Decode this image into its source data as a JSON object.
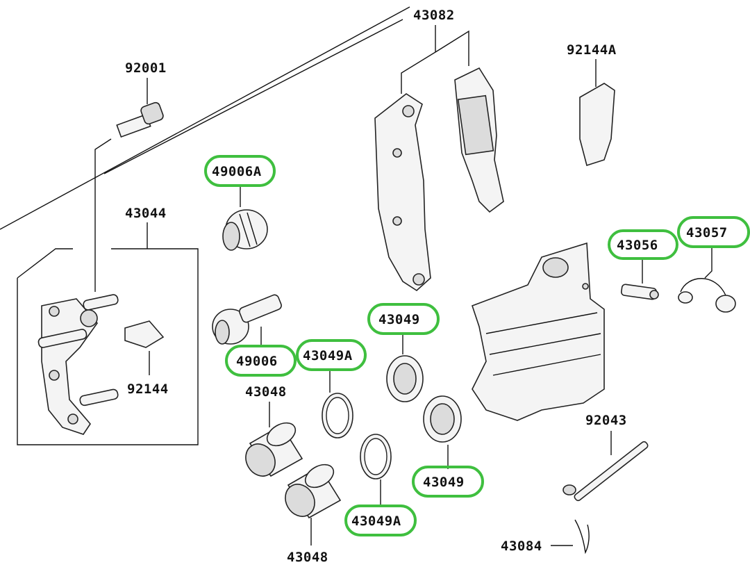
{
  "highlight_color": "#3fbf3f",
  "labels": {
    "p43082": "43082",
    "p92144A": "92144A",
    "p92001": "92001",
    "p49006A": "49006A",
    "p43044": "43044",
    "p43056": "43056",
    "p43057": "43057",
    "p43049_top": "43049",
    "p49006": "49006",
    "p43049A_top": "43049A",
    "p92144": "92144",
    "p43048_top": "43048",
    "p92043": "92043",
    "p43049_bottom": "43049",
    "p43049A_bottom": "43049A",
    "p43084": "43084",
    "p43048_bottom": "43048"
  },
  "highlighted_parts": [
    "49006A",
    "49006",
    "43049",
    "43049A",
    "43056",
    "43057"
  ]
}
